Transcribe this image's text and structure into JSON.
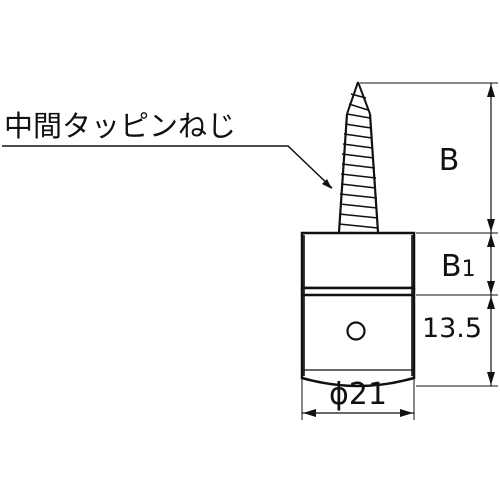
{
  "callout": {
    "label": "中間タッピンねじ"
  },
  "dimensions": {
    "b_label": "B",
    "b1_main": "B",
    "b1_sub": "1",
    "height_label": "13.5",
    "diameter_label": "ϕ21"
  },
  "colors": {
    "stroke": "#111111",
    "background": "#ffffff"
  }
}
